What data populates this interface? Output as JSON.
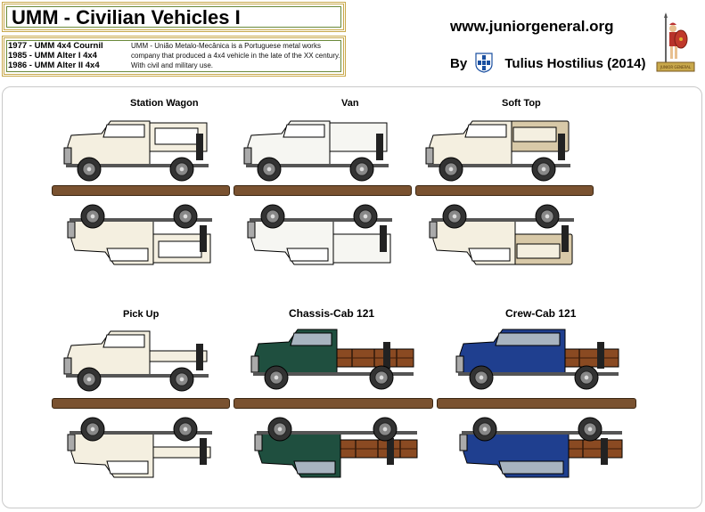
{
  "header": {
    "title": "UMM - Civilian Vehicles I",
    "versions": [
      "1977 - UMM 4x4 Cournil",
      "1985 - UMM Alter I 4x4",
      "1986 - UMM Alter II 4x4"
    ],
    "description": "UMM - União Metalo-Mecânica is a Portuguese metal works company that produced a 4x4 vehicle in the late of the XX century. With civil and military use.",
    "website": "www.juniorgeneral.org",
    "by_label": "By",
    "author": "Tulius Hostilius (2014)",
    "icons": [
      "portuguese-cross-icon",
      "roman-soldier-logo"
    ]
  },
  "vehicles": [
    {
      "label": "Station Wagon",
      "body_color": "#f4efe0",
      "top_color": "#f4efe0",
      "type": "wagon"
    },
    {
      "label": "Van",
      "body_color": "#f6f6f2",
      "top_color": "#f6f6f2",
      "type": "van"
    },
    {
      "label": "Soft Top",
      "body_color": "#f4efe0",
      "top_color": "#d8c9a8",
      "type": "softtop"
    },
    {
      "label": "Pick Up",
      "body_color": "#f4efe0",
      "top_color": "#f4efe0",
      "type": "pickup"
    },
    {
      "label": "Chassis-Cab 121",
      "body_color": "#1f4f3f",
      "top_color": "#1f4f3f",
      "type": "chassis"
    },
    {
      "label": "Crew-Cab 121",
      "body_color": "#1f3f8f",
      "top_color": "#1f3f8f",
      "type": "crew"
    }
  ],
  "colors": {
    "frame_gold": "#c8a84b",
    "frame_green": "#6a8a3a",
    "base_brown": "#7a5230",
    "cargo_wood": "#8a4a22",
    "tire": "#333333"
  }
}
